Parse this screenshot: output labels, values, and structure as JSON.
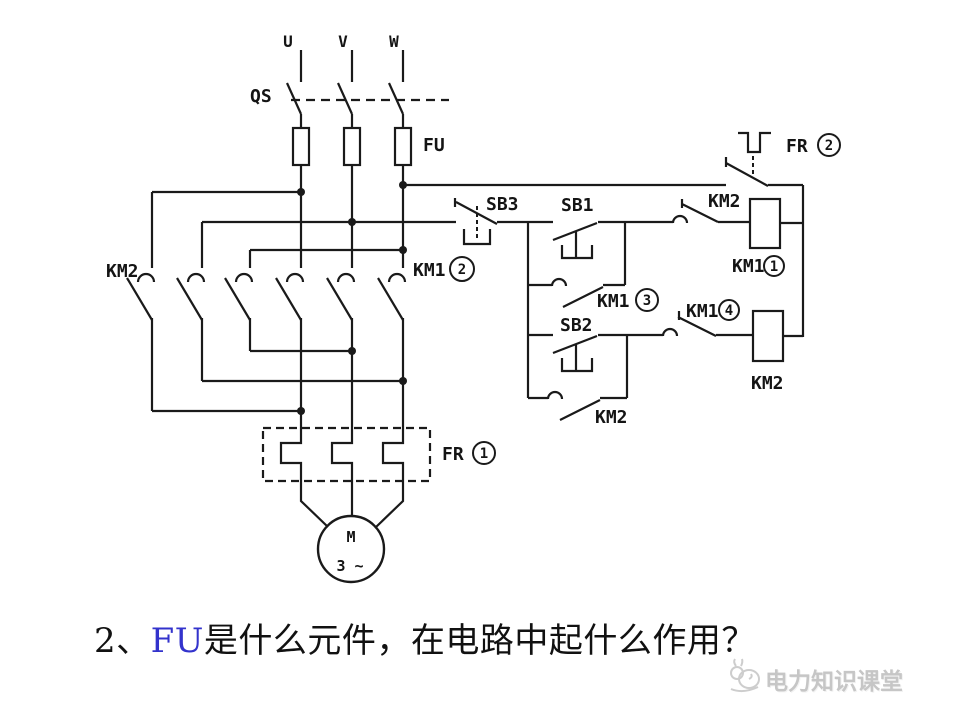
{
  "colors": {
    "line": "#1a1a1a",
    "highlight": "#3333cc",
    "watermark": "#c6c6c6",
    "background": "#ffffff"
  },
  "diagram": {
    "phase_labels": {
      "u": "U",
      "v": "V",
      "w": "W"
    },
    "labels": {
      "qs": "QS",
      "fu": "FU",
      "km2_main": "KM2",
      "km1_main": "KM1",
      "km1_main_num": "2",
      "fr1": "FR",
      "fr1_num": "1",
      "motor_m": "M",
      "motor_phase": "3 ~",
      "sb3": "SB3",
      "sb1": "SB1",
      "sb2": "SB2",
      "km2_nc": "KM2",
      "km1_coil": "KM1",
      "km1_coil_num": "1",
      "km1_no": "KM1",
      "km1_no_num": "3",
      "km1_nc": "KM1",
      "km1_nc_num": "4",
      "km2_coil": "KM2",
      "km2_no": "KM2",
      "fr2": "FR",
      "fr2_num": "2"
    }
  },
  "question": {
    "prefix": "2、",
    "highlight": "FU",
    "suffix": "是什么元件，在电路中起什么作用？"
  },
  "watermark": {
    "text": "电力知识课堂"
  }
}
